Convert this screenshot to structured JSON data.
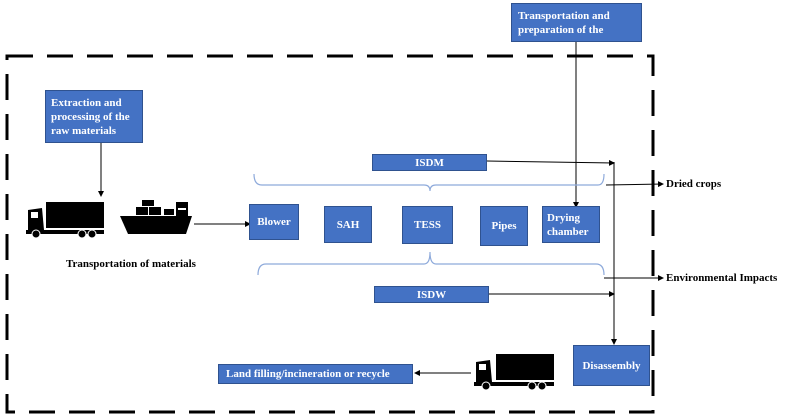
{
  "diagram": {
    "boxes": {
      "transport_prep": "Transportation and preparation of the",
      "extraction": "Extraction and processing of the raw materials",
      "isdm": "ISDM",
      "blower": "Blower",
      "sah": "SAH",
      "tess": "TESS",
      "pipes": "Pipes",
      "drying_chamber": "Drying chamber",
      "isdw": "ISDW",
      "disassembly": "Disassembly",
      "landfill": "Land filling/incineration or recycle"
    },
    "labels": {
      "transport_materials": "Transportation of materials",
      "dried_crops": "Dried crops",
      "environmental_impacts": "Environmental Impacts"
    },
    "icons": [
      "truck-icon",
      "cargo-ship-icon",
      "truck-icon"
    ],
    "colors": {
      "box_fill": "#4472c4",
      "box_border": "#2f528f",
      "brace": "#8eaadb",
      "boundary": "#000000"
    }
  }
}
